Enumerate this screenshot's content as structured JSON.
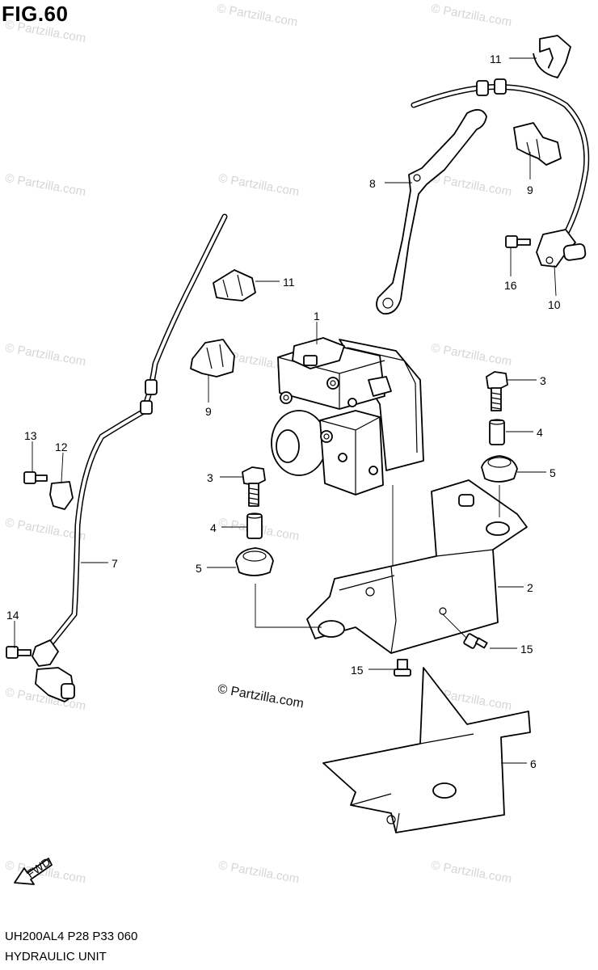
{
  "header": {
    "fig_title": "FIG.60"
  },
  "footer": {
    "code": "UH200AL4  P28  P33  060",
    "unit_name": "HYDRAULIC UNIT"
  },
  "copyright": "© Partzilla.com",
  "watermark_text": "© Partzilla.com",
  "fwd_label": "FWD",
  "callouts": {
    "c1": "1",
    "c2": "2",
    "c3a": "3",
    "c3b": "3",
    "c4a": "4",
    "c4b": "4",
    "c5a": "5",
    "c5b": "5",
    "c6": "6",
    "c7": "7",
    "c8": "8",
    "c9a": "9",
    "c9b": "9",
    "c10": "10",
    "c11a": "11",
    "c11b": "11",
    "c12": "12",
    "c13": "13",
    "c14": "14",
    "c15a": "15",
    "c15b": "15",
    "c16": "16"
  }
}
